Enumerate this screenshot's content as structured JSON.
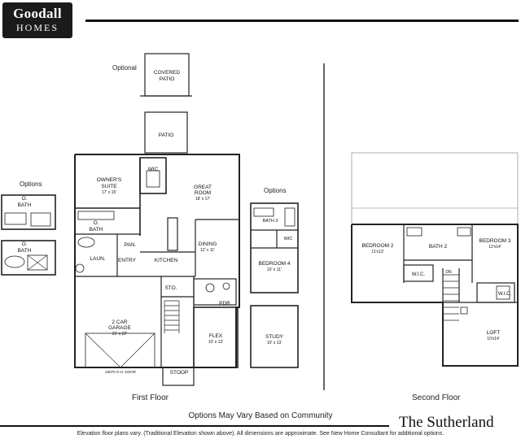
{
  "brand": {
    "line1": "Goodall",
    "line2": "HOMES"
  },
  "labels": {
    "optional": "Optional",
    "options_left": "Options",
    "options_mid": "Options",
    "first_floor": "First Floor",
    "second_floor": "Second Floor",
    "options_note": "Options May Vary Based on Community",
    "plan_name": "The Sutherland",
    "footnote": "Elevation floor plans vary. (Traditional Elevation shown above). All dimensions are approximate. See New Home Consultant for additional options."
  },
  "rooms": {
    "covered_patio": [
      "COVERED",
      "PATIO"
    ],
    "patio": "PATIO",
    "owners_suite": [
      "OWNER'S",
      "SUITE",
      "17' x 15'"
    ],
    "wic1": "WIC",
    "great_room": [
      "GREAT",
      "ROOM",
      "18' x 17'"
    ],
    "o_bath": [
      "O.",
      "BATH"
    ],
    "pan": "PAN.",
    "laun": "LAUN.",
    "entry": "ENTRY",
    "kitchen": "KITCHEN",
    "dining": [
      "DINING",
      "12' x 11'"
    ],
    "sto": "STO.",
    "pdr": "PDR",
    "garage": [
      "2 CAR",
      "GARAGE",
      "21' x 22'"
    ],
    "flex": [
      "FLEX",
      "10' x 13'"
    ],
    "stoop": "STOOP",
    "garage_door": "16070 O.H. DOOR",
    "bath3": "BATH 3",
    "wic2": "WIC",
    "bedroom4": [
      "BEDROOM 4",
      "10' x 11'"
    ],
    "study": [
      "STUDY",
      "10' x 13'"
    ],
    "bedroom2": [
      "BEDROOM 2",
      "11'x13'"
    ],
    "bath2": "BATH 2",
    "bedroom3": [
      "BEDROOM 3",
      "12'x14'"
    ],
    "wic3": "W.I.C.",
    "wic4": "W.I.C.",
    "loft": [
      "LOFT",
      "10'x14'"
    ],
    "dn": "DN",
    "opt_bath_a": [
      "O.",
      "BATH"
    ],
    "opt_bath_b": [
      "O.",
      "BATH"
    ]
  }
}
